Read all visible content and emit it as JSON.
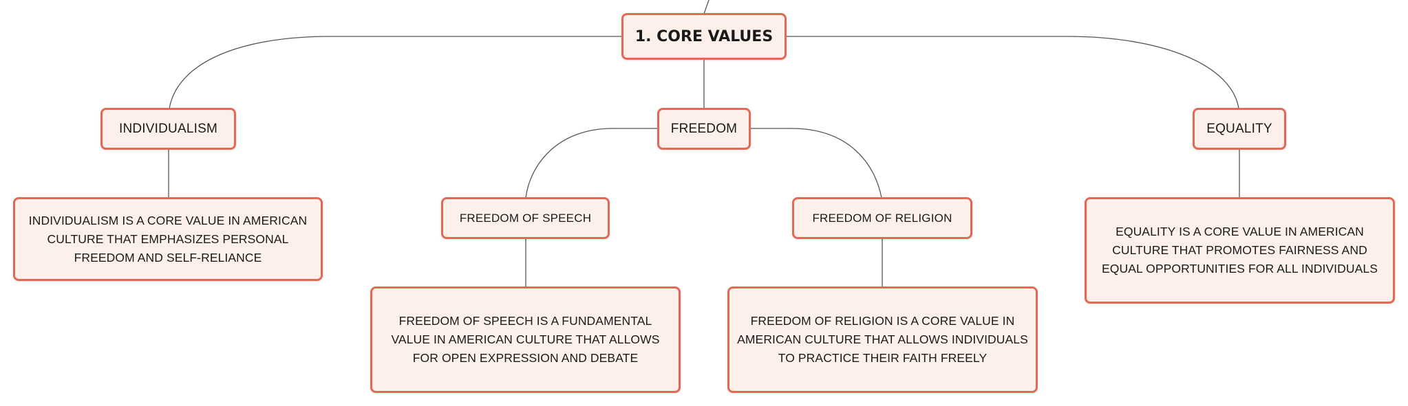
{
  "diagram": {
    "root": {
      "label": "1. CORE VALUES"
    },
    "branches": [
      {
        "label": "INDIVIDUALISM",
        "description": "INDIVIDUALISM IS A CORE VALUE IN AMERICAN CULTURE THAT EMPHASIZES PERSONAL FREEDOM AND SELF-RELIANCE"
      },
      {
        "label": "FREEDOM",
        "children": [
          {
            "label": "FREEDOM OF SPEECH",
            "description": "FREEDOM OF SPEECH IS A FUNDAMENTAL VALUE IN AMERICAN CULTURE THAT ALLOWS FOR OPEN EXPRESSION AND DEBATE"
          },
          {
            "label": "FREEDOM OF RELIGION",
            "description": "FREEDOM OF RELIGION IS A CORE VALUE IN AMERICAN CULTURE THAT ALLOWS INDIVIDUALS TO PRACTICE THEIR FAITH FREELY"
          }
        ]
      },
      {
        "label": "EQUALITY",
        "description": "EQUALITY IS A CORE VALUE IN AMERICAN CULTURE THAT PROMOTES FAIRNESS AND EQUAL OPPORTUNITIES FOR ALL INDIVIDUALS"
      }
    ]
  },
  "colors": {
    "node_fill": "#fdf0eb",
    "node_border": "#e26a55",
    "connector": "#555555"
  }
}
